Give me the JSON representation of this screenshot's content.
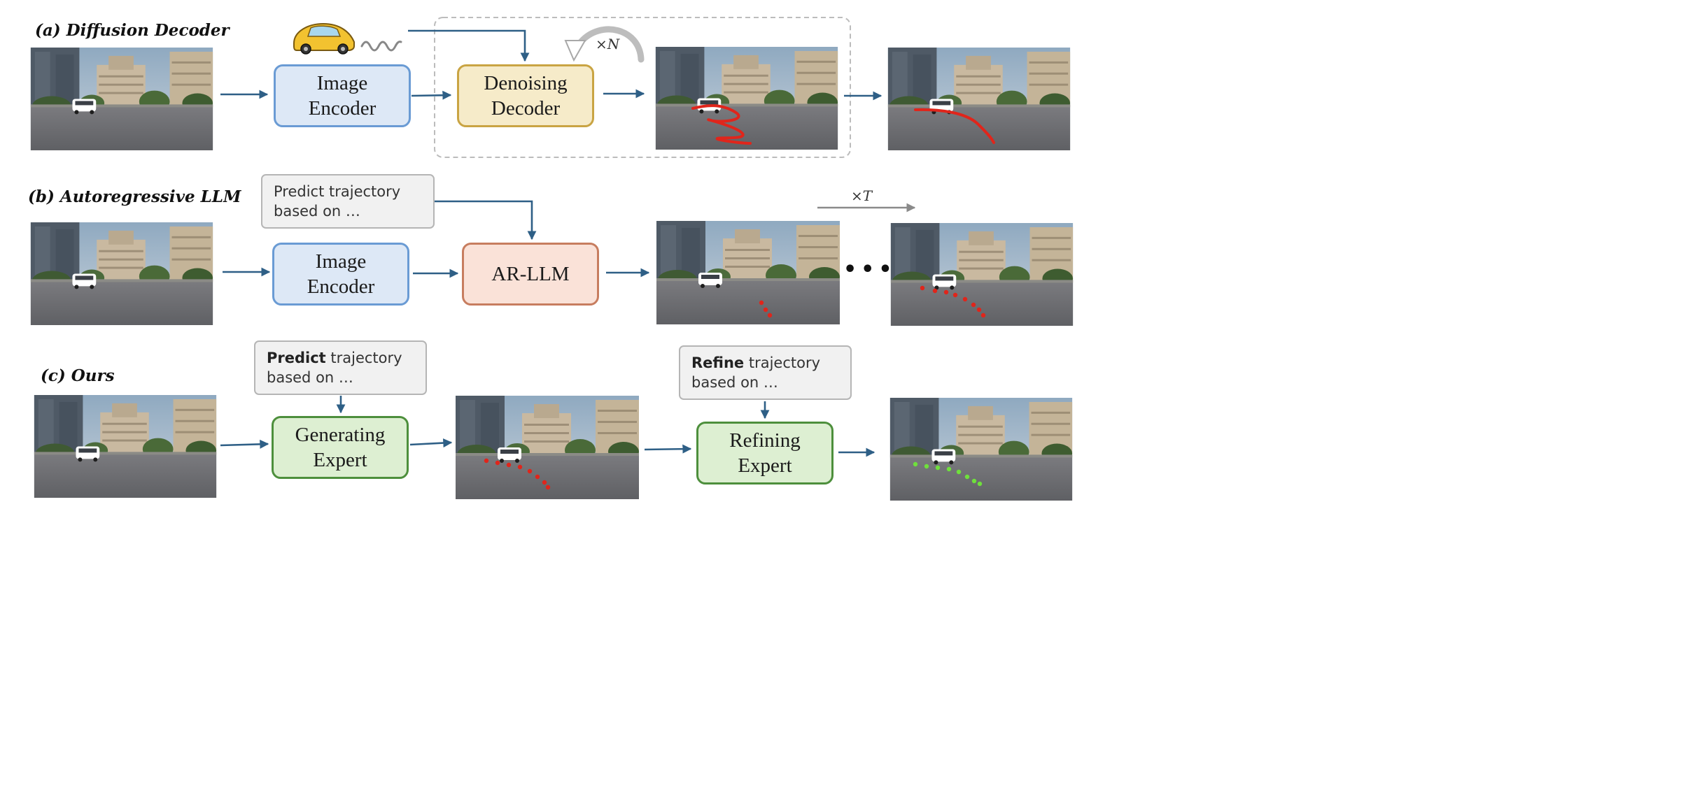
{
  "sections": {
    "a": {
      "label": "(a) Diffusion Decoder",
      "encoder": "Image\nEncoder",
      "decoder": "Denoising\nDecoder",
      "repeat": "×N"
    },
    "b": {
      "label": "(b) Autoregressive LLM",
      "prompt_line1": "Predict trajectory",
      "prompt_line2": "based on …",
      "encoder": "Image\nEncoder",
      "model": "AR-LLM",
      "repeat": "×T",
      "ellipsis": "•••"
    },
    "c": {
      "label": "(c) Ours",
      "prompt1_bold": "Predict",
      "prompt1_rest": " trajectory",
      "prompt1_line2": "based on …",
      "generator": "Generating\nExpert",
      "prompt2_bold": "Refine",
      "prompt2_rest": " trajectory",
      "prompt2_line2": "based on …",
      "refiner": "Refining\nExpert"
    }
  },
  "colors": {
    "arrow": "#2e5f86",
    "trajectory_red": "#e0251b",
    "trajectory_green": "#6fe03c",
    "loop_arrow": "#bdbdbd"
  },
  "icons": {
    "car": "yellow-car-icon",
    "noise": "noise-squiggle-icon",
    "loop": "curved-repeat-arrow-icon"
  }
}
